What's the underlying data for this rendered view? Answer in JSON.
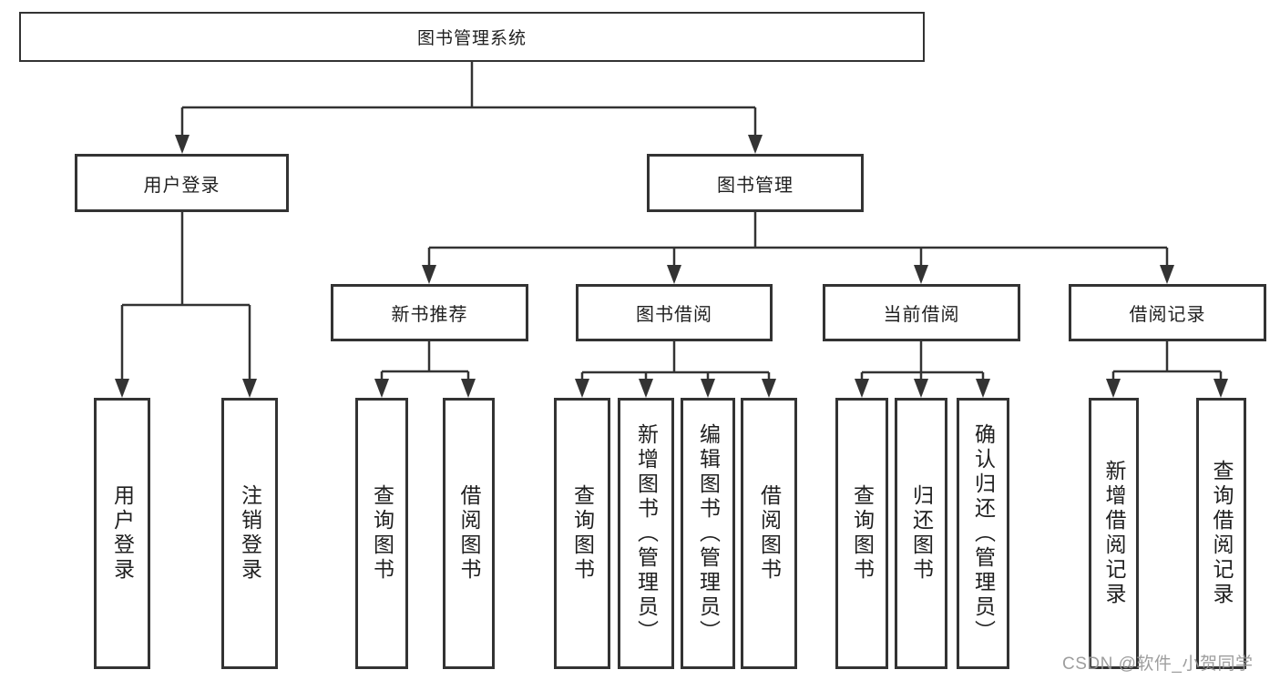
{
  "diagram": {
    "type": "hierarchy-tree",
    "tree": {
      "label": "图书管理系统",
      "children": [
        {
          "label": "用户登录",
          "children": [
            {
              "label": "用户登录"
            },
            {
              "label": "注销登录"
            }
          ]
        },
        {
          "label": "图书管理",
          "children": [
            {
              "label": "新书推荐",
              "children": [
                {
                  "label": "查询图书"
                },
                {
                  "label": "借阅图书"
                }
              ]
            },
            {
              "label": "图书借阅",
              "children": [
                {
                  "label": "查询图书"
                },
                {
                  "label": "新增图书（管理员）"
                },
                {
                  "label": "编辑图书（管理员）"
                },
                {
                  "label": "借阅图书"
                }
              ]
            },
            {
              "label": "当前借阅",
              "children": [
                {
                  "label": "查询图书"
                },
                {
                  "label": "归还图书"
                },
                {
                  "label": "确认归还（管理员）"
                }
              ]
            },
            {
              "label": "借阅记录",
              "children": [
                {
                  "label": "新增借阅记录"
                },
                {
                  "label": "查询借阅记录"
                }
              ]
            }
          ]
        }
      ]
    }
  },
  "watermark": {
    "text": "CSDN @软件_小贺同学"
  },
  "colors": {
    "line": "#333333",
    "box_border": "#333333",
    "text": "#1f1f1f",
    "watermark": "#969696",
    "background": "#ffffff"
  }
}
